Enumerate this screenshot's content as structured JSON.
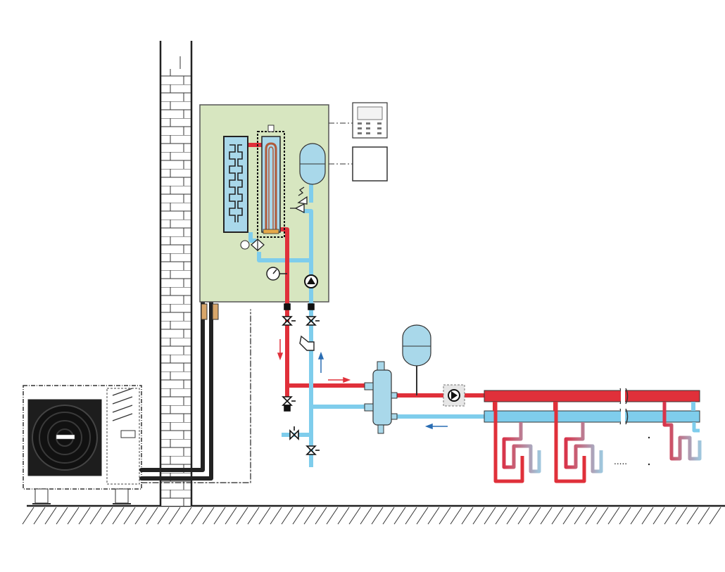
{
  "diagram": {
    "flow_hint_text": ".....",
    "colors": {
      "hot_water": "#e0303a",
      "cold_water": "#7fcdec",
      "refrigerant": "#222222",
      "hydro_box": "#d7e6c0",
      "tank": "#a9d8ea",
      "wall_line": "#222222"
    },
    "components": [
      "outdoor-unit",
      "brick-wall",
      "hydro-box",
      "plate-heat-exchanger",
      "backup-electric-heater",
      "expansion-vessel",
      "safety-valve",
      "pressure-gauge",
      "circulation-pump",
      "wired-controller",
      "external-control-box",
      "shut-off-valve",
      "y-strainer",
      "hydraulic-separator",
      "buffer-expansion-vessel",
      "secondary-pump",
      "floor-heating-manifold",
      "underfloor-loop",
      "ground"
    ]
  }
}
